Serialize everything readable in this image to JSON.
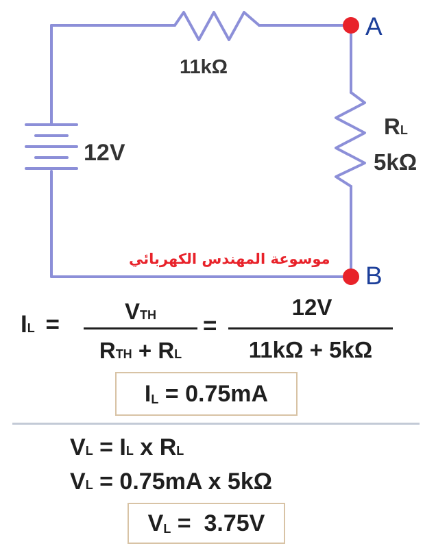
{
  "circuit": {
    "resistor_top": "11kΩ",
    "battery": "12V",
    "load_name": {
      "main": "R",
      "sub": "L"
    },
    "load_value": "5kΩ",
    "node_a": "A",
    "node_b": "B",
    "wire_color": "#8c8fd8",
    "node_color": "#e8222a",
    "label_color": "#1c3f9a"
  },
  "watermark": "موسوعة المهندس الكهربائي",
  "formula": {
    "lhs": {
      "main": "I",
      "sub": "L",
      "eq": "="
    },
    "frac1": {
      "num_main": "V",
      "num_sub": "TH",
      "den_a_main": "R",
      "den_a_sub": "TH",
      "den_plus": "+",
      "den_b_main": "R",
      "den_b_sub": "L"
    },
    "eq2": "=",
    "frac2": {
      "num": "12V",
      "den": "11kΩ + 5kΩ"
    }
  },
  "result1": {
    "main": "I",
    "sub": "L",
    "rest": " = 0.75mA"
  },
  "step1": {
    "a_main": "V",
    "a_sub": "L",
    "mid": " = I",
    "mid_sub": "L",
    "x": " x R",
    "b_sub": "L"
  },
  "step2": {
    "main": "V",
    "sub": "L",
    "rest": " = 0.75mA x 5kΩ"
  },
  "result2": {
    "main": "V",
    "sub": "L",
    "rest": " =  3.75V"
  }
}
